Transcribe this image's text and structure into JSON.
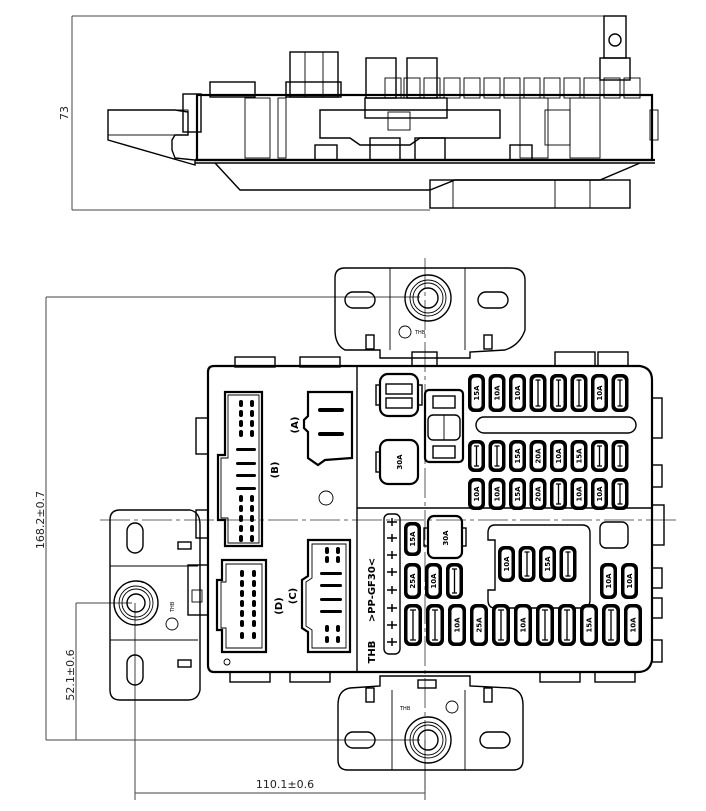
{
  "drawing": {
    "title": "Fuse / relay box technical drawing",
    "views": [
      "side-view",
      "top-view"
    ]
  },
  "dimensions": {
    "height_side": "73",
    "overall_length": "168.2±0.7",
    "mount_offset_vertical": "52.1±0.6",
    "mount_offset_horizontal": "110.1±0.6"
  },
  "connectors": {
    "A": "(A)",
    "B": "(B)",
    "C": "(C)",
    "D": "(D)"
  },
  "markings": {
    "material": ">PP-GF30<",
    "thb": "THB",
    "bracket_mark_top": "THB",
    "bracket_mark_left": "THB",
    "bracket_mark_bottom": "THB"
  },
  "relays": {
    "relay_1": "30A",
    "relay_2": "30A"
  },
  "fuses": {
    "row1": [
      "15A",
      "10A",
      "10A",
      "",
      "",
      "",
      "10A",
      ""
    ],
    "row2": [
      "",
      "",
      "15A",
      "20A",
      "10A",
      "15A",
      "",
      ""
    ],
    "row3": [
      "10A",
      "10A",
      "15A",
      "20A",
      "",
      "10A",
      "10A",
      ""
    ],
    "row4_left": [
      "15A"
    ],
    "row4_center": [
      "10A",
      "",
      "15A",
      ""
    ],
    "row5_left": [
      "25A",
      "10A",
      ""
    ],
    "row5_right": [
      "10A",
      "10A"
    ],
    "row6": [
      "",
      "",
      "10A",
      "25A",
      "",
      "10A",
      "",
      "",
      "15A",
      "",
      "10A"
    ]
  }
}
